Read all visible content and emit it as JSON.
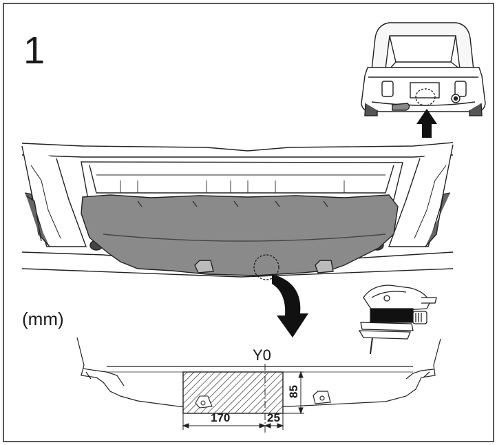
{
  "step_number": "1",
  "units_label": "(mm)",
  "reference_axis_label": "Y0",
  "dimensions": {
    "left_width": "170",
    "right_width": "25",
    "height": "85"
  },
  "icons": {
    "vehicle_rear": "car-rear-view-icon",
    "jigsaw": "jigsaw-tool-icon",
    "arrow_up": "arrow-up-icon",
    "arrow_curved": "curved-arrow-icon"
  }
}
